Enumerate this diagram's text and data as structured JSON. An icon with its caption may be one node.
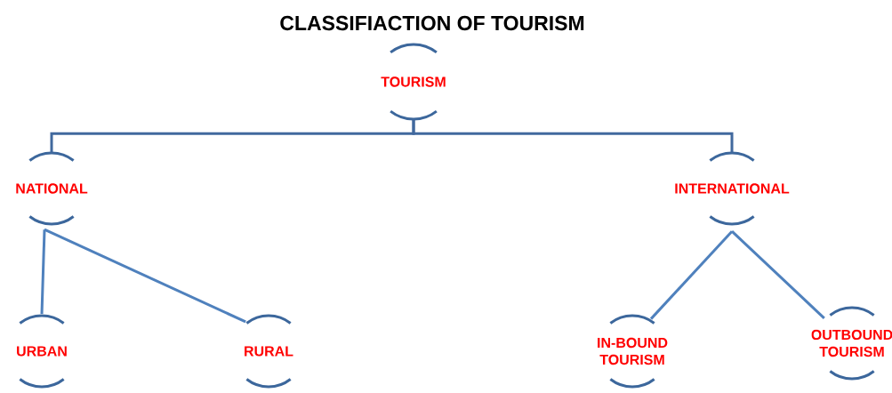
{
  "diagram": {
    "title": "CLASSIFIACTION OF TOURISM",
    "nodes": [
      {
        "text": [
          "TOURISM"
        ]
      },
      {
        "text": [
          "NATIONAL"
        ]
      },
      {
        "text": [
          "INTERNATIONAL"
        ]
      },
      {
        "text": [
          "URBAN"
        ]
      },
      {
        "text": [
          "RURAL"
        ]
      },
      {
        "text": [
          "IN-BOUND TOURISM"
        ]
      },
      {
        "text": [
          "OUTBOUND TOURISM"
        ]
      }
    ],
    "edges": [
      {
        "from": 0,
        "to": 1,
        "arrow": "none",
        "color": "#41699e"
      },
      {
        "from": 0,
        "to": 2,
        "arrow": "none",
        "color": "#41699e"
      },
      {
        "from": 1,
        "to": 3,
        "arrow": "none"
      },
      {
        "from": 1,
        "to": 4,
        "arrow": "none"
      },
      {
        "from": 2,
        "to": 5,
        "arrow": "none"
      },
      {
        "from": 2,
        "to": 6,
        "arrow": "none"
      }
    ]
  }
}
